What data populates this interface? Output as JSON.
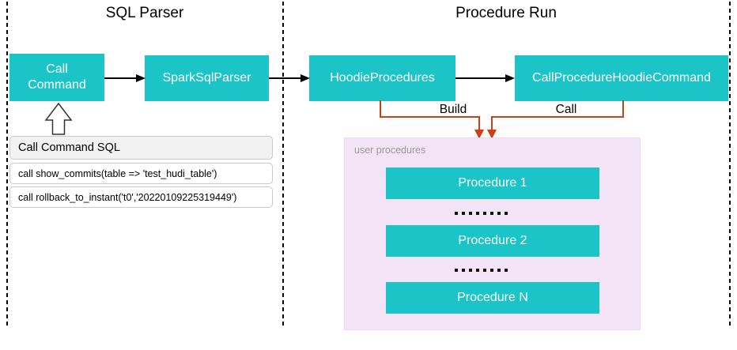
{
  "sections": {
    "left": {
      "title": "SQL Parser"
    },
    "right": {
      "title": "Procedure Run"
    }
  },
  "nodes": {
    "call_command": {
      "label": "Call\nCommand"
    },
    "spark_sql_parser": {
      "label": "SparkSqlParser"
    },
    "hoodie_procedures": {
      "label": "HoodieProcedures"
    },
    "call_procedure_hoodie_command": {
      "label": "CallProcedureHoodieCommand"
    }
  },
  "sql_panel": {
    "header": "Call Command SQL",
    "rows": [
      "call show_commits(table => 'test_hudi_table')",
      "call rollback_to_instant('t0','20220109225319449')"
    ]
  },
  "connectors": {
    "build_label": "Build",
    "call_label": "Call"
  },
  "user_procedures": {
    "label": "user procedures",
    "items": [
      "Procedure 1",
      "Procedure 2",
      "Procedure N"
    ],
    "separator_dots": 8
  },
  "colors": {
    "node-fill": "#1BC5C7",
    "node-text": "#FFFFFF",
    "connector-orange": "#CC3F18",
    "panel-pink": "#F3E3F7",
    "muted-label": "#999999",
    "line-black": "#000000"
  }
}
